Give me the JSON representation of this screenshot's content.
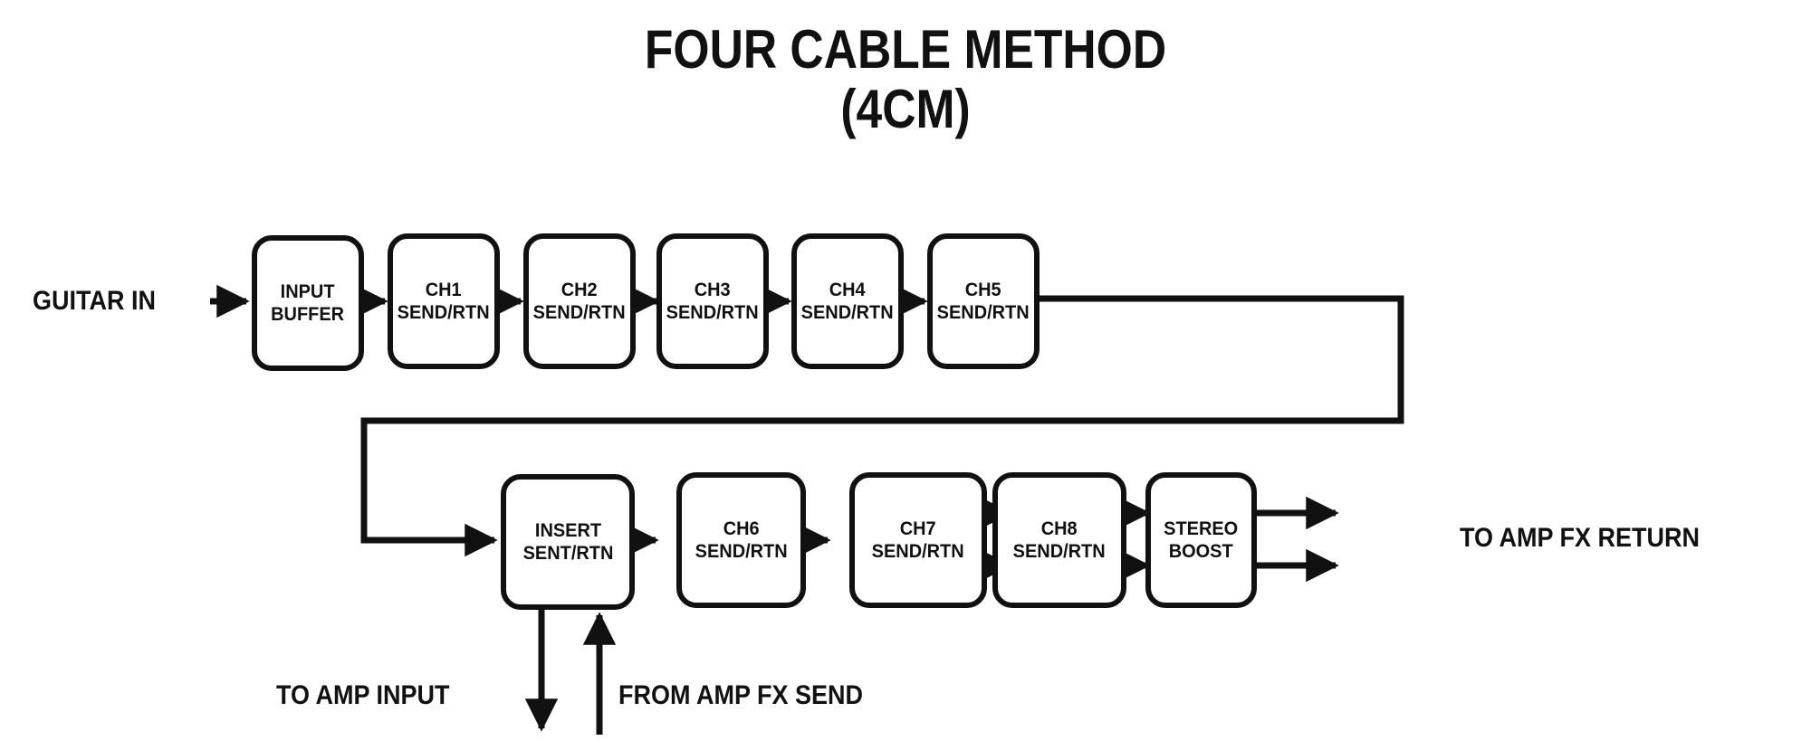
{
  "diagram": {
    "title_line1": "FOUR CABLE METHOD",
    "title_line2": "(4CM)",
    "colors": {
      "ink": "#111111",
      "background": "#ffffff"
    },
    "labels": {
      "guitar_in": "GUITAR IN",
      "to_amp_fx_return": "TO AMP FX RETURN",
      "to_amp_input": "TO AMP INPUT",
      "from_amp_fx_send": "FROM AMP FX SEND"
    },
    "row1": [
      {
        "line1": "INPUT",
        "line2": "BUFFER"
      },
      {
        "line1": "CH1",
        "line2": "SEND/RTN"
      },
      {
        "line1": "CH2",
        "line2": "SEND/RTN"
      },
      {
        "line1": "CH3",
        "line2": "SEND/RTN"
      },
      {
        "line1": "CH4",
        "line2": "SEND/RTN"
      },
      {
        "line1": "CH5",
        "line2": "SEND/RTN"
      }
    ],
    "row2": [
      {
        "line1": "INSERT",
        "line2": "SENT/RTN"
      },
      {
        "line1": "CH6",
        "line2": "SEND/RTN"
      },
      {
        "line1": "CH7",
        "line2": "SEND/RTN"
      },
      {
        "line1": "CH8",
        "line2": "SEND/RTN"
      },
      {
        "line1": "STEREO",
        "line2": "BOOST"
      }
    ]
  }
}
